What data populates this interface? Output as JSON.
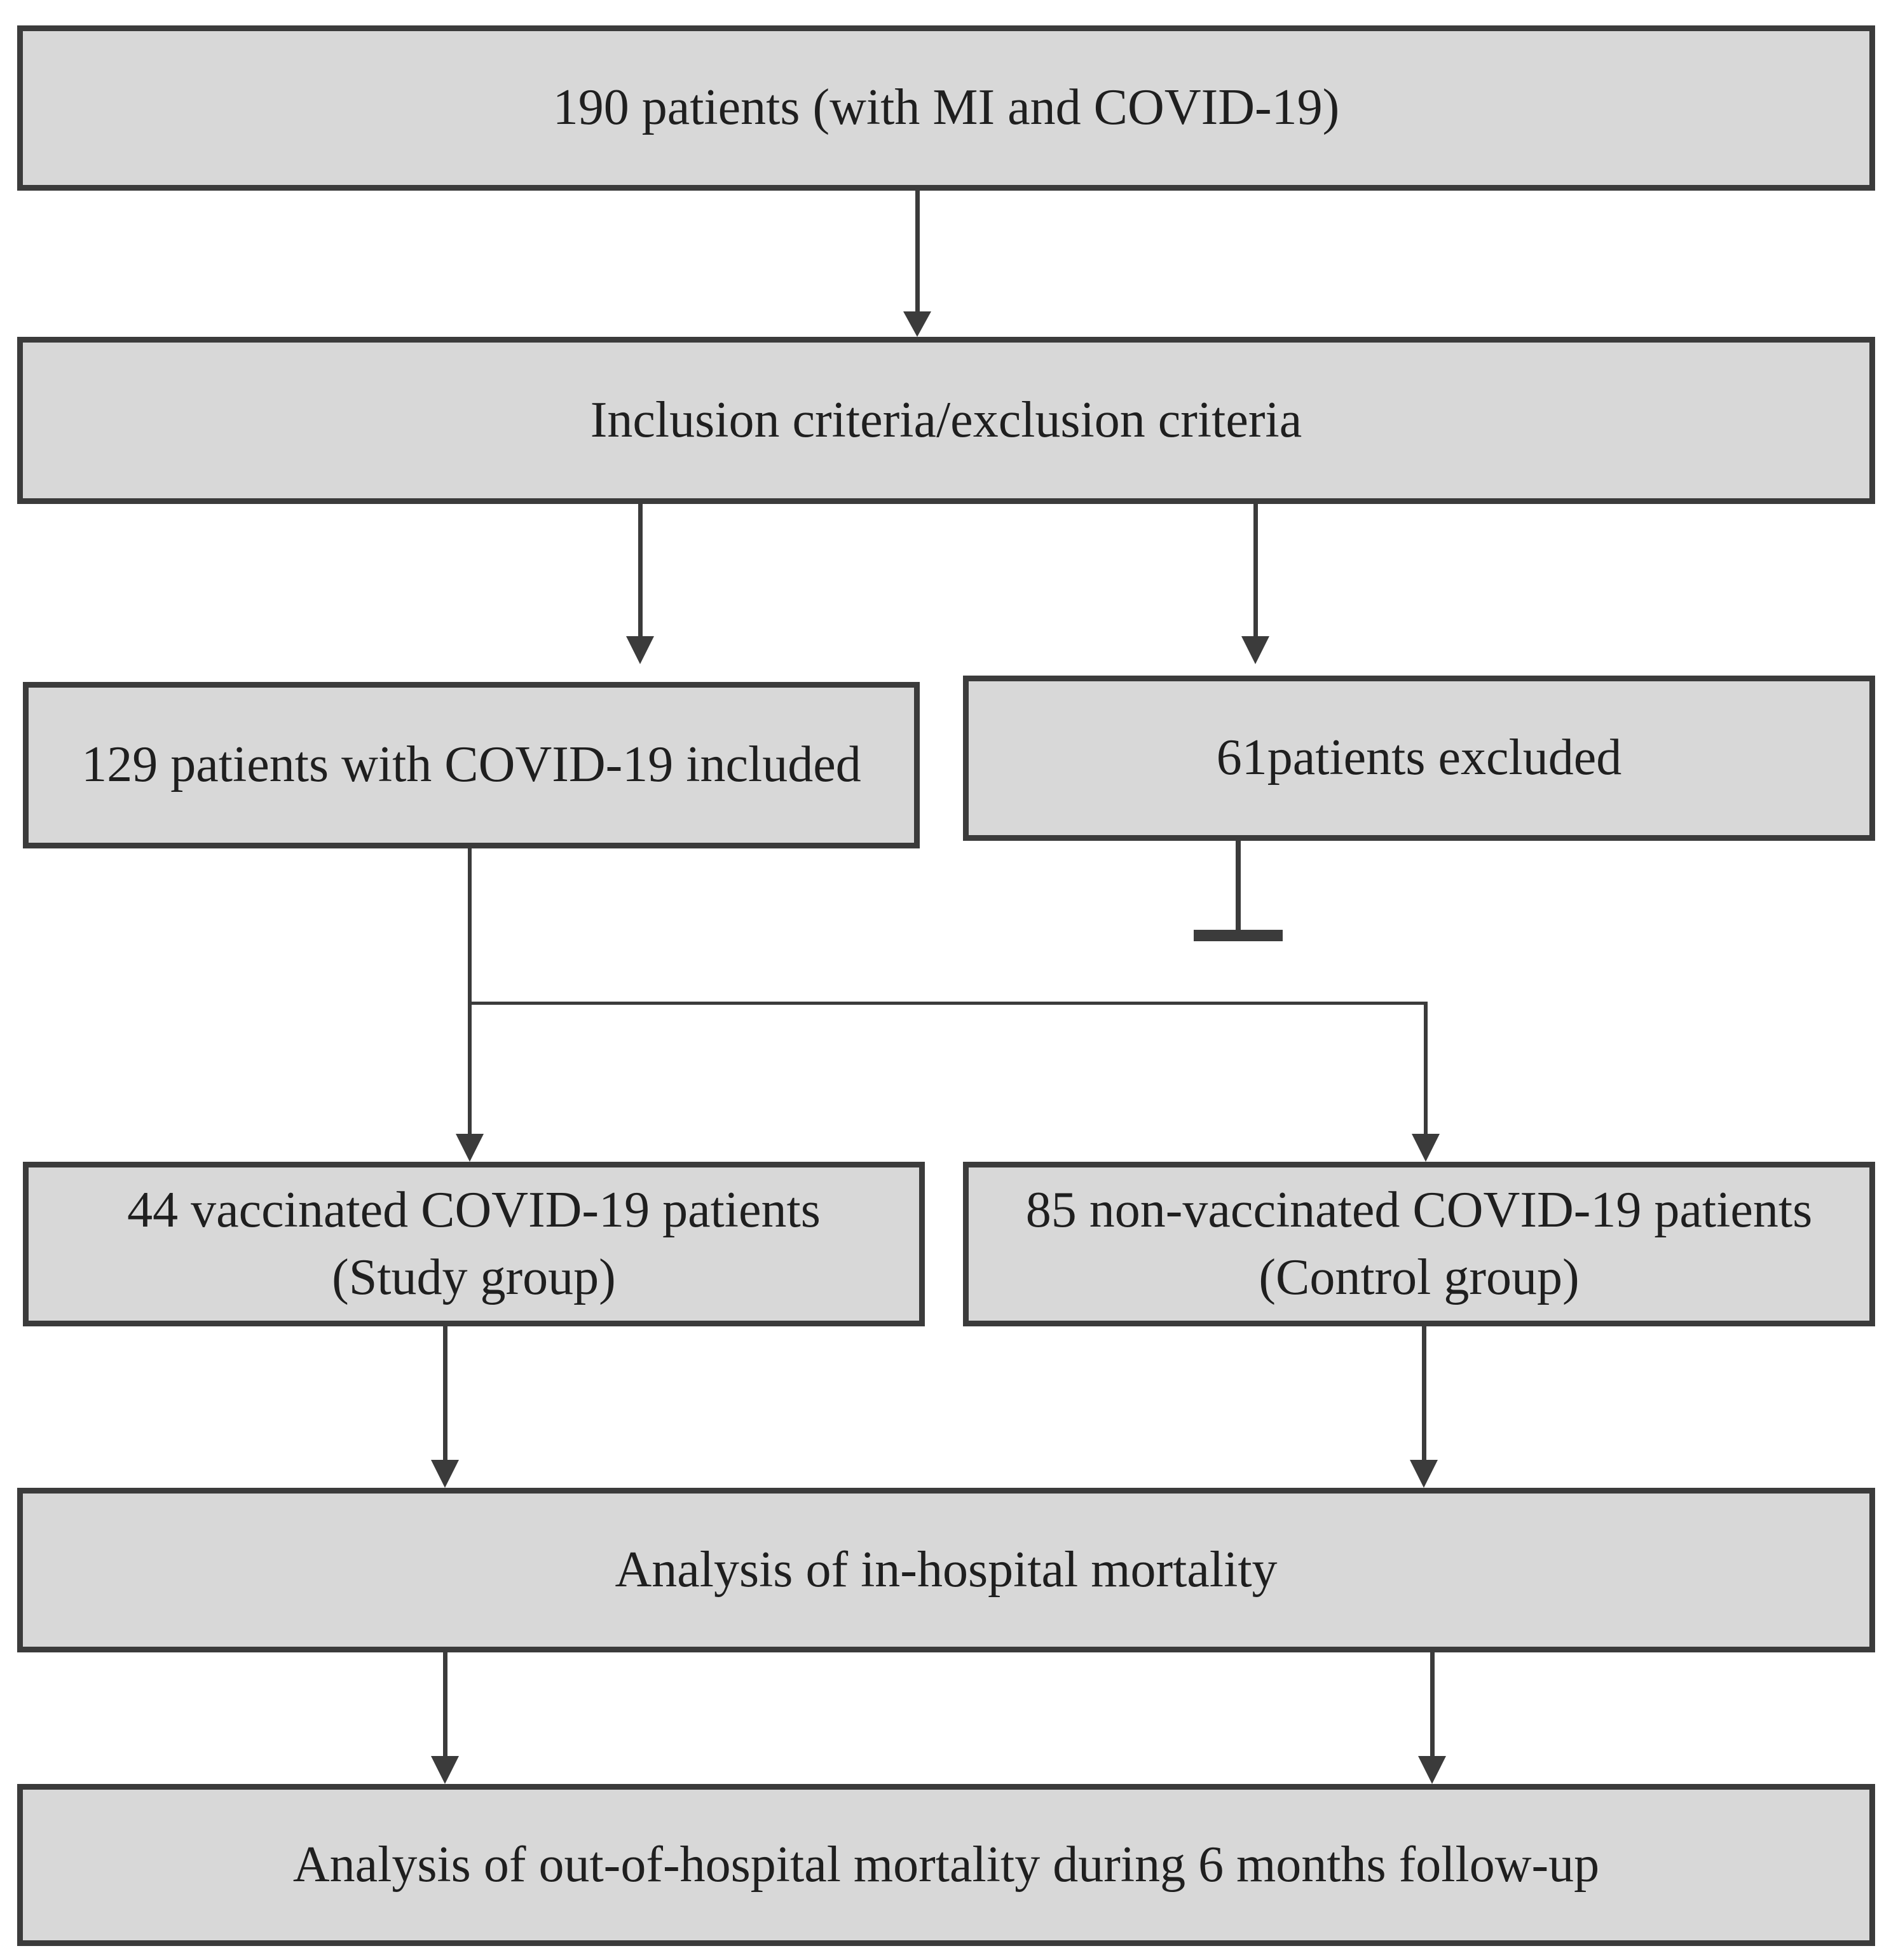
{
  "flowchart": {
    "boxes": {
      "total": "190 patients (with MI and COVID-19)",
      "criteria": "Inclusion criteria/exclusion criteria",
      "included": "129 patients with COVID-19 included",
      "excluded": "61patients excluded",
      "study_line1": "44 vaccinated COVID-19 patients",
      "study_line2": "(Study group)",
      "control_line1": "85 non-vaccinated COVID-19 patients",
      "control_line2": "(Control group)",
      "in_hospital": "Analysis of in-hospital mortality",
      "out_hospital": "Analysis of out-of-hospital mortality during 6 months follow-up"
    },
    "colors": {
      "box_fill": "#d8d8d8",
      "box_border": "#3b3b3b",
      "connector": "#3b3b3b",
      "text": "#1f1f1f",
      "background": "#ffffff"
    }
  }
}
